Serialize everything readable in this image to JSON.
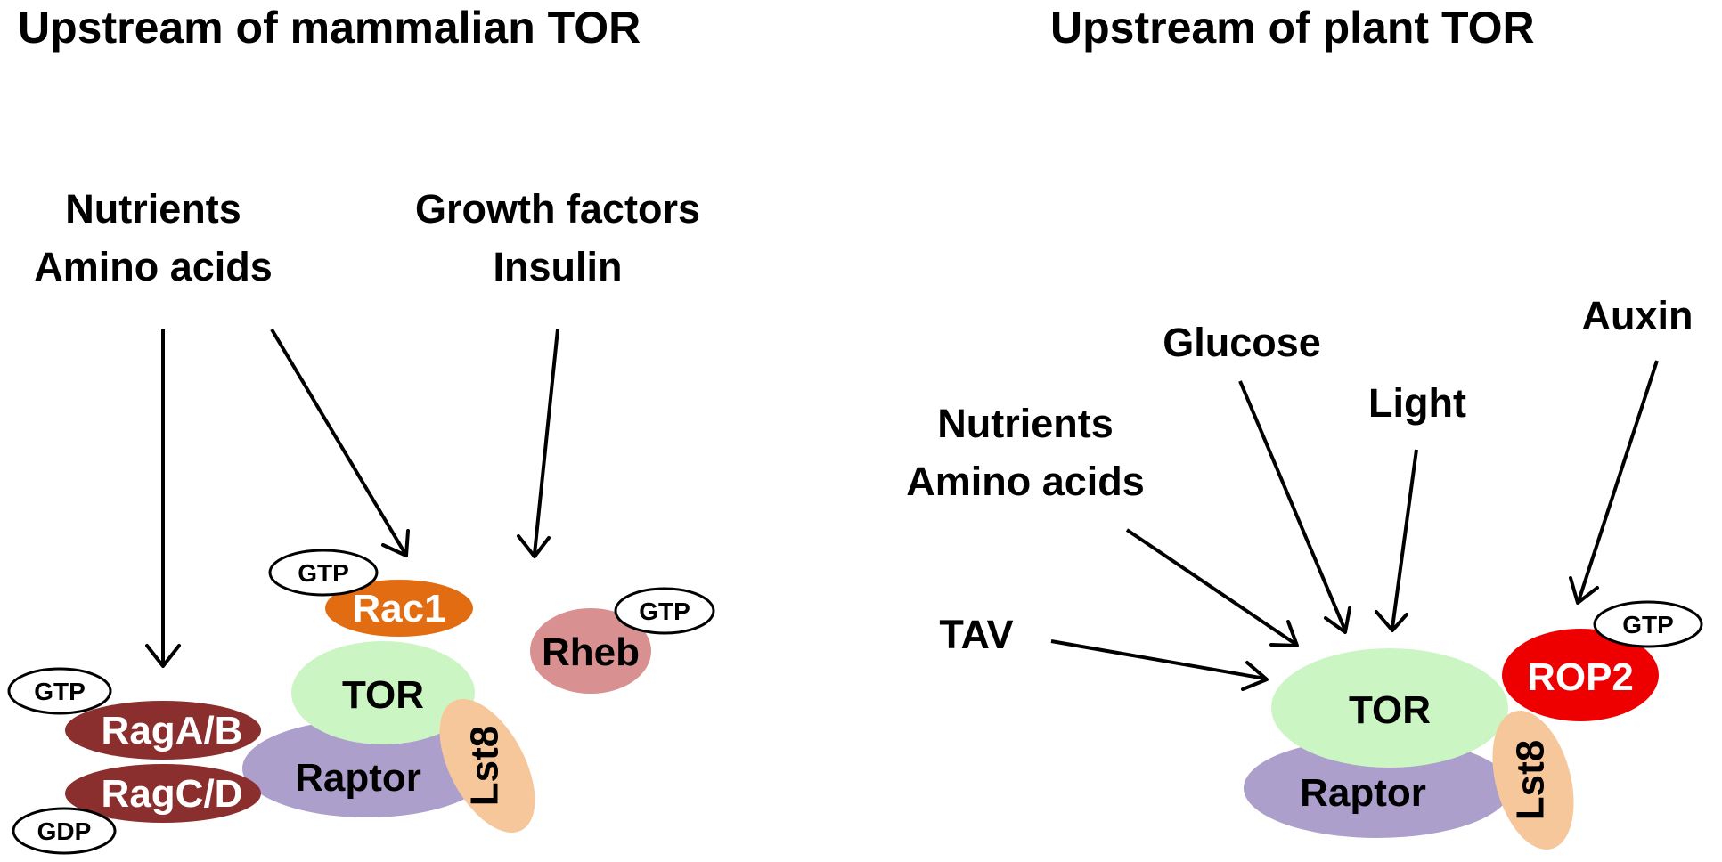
{
  "left": {
    "title": "Upstream of mammalian TOR",
    "input_nutrients_line1": "Nutrients",
    "input_nutrients_line2": "Amino acids",
    "input_growth_line1": "Growth factors",
    "input_growth_line2": "Insulin",
    "nodes": {
      "rac1": "Rac1",
      "rheb": "Rheb",
      "tor": "TOR",
      "raptor": "Raptor",
      "lst8": "Lst8",
      "ragab": "RagA/B",
      "ragcd": "RagC/D"
    },
    "gtp_rac1": "GTP",
    "gtp_rheb": "GTP",
    "gtp_ragab": "GTP",
    "gdp_ragcd": "GDP"
  },
  "right": {
    "title": "Upstream of plant TOR",
    "input_glucose": "Glucose",
    "input_auxin": "Auxin",
    "input_light": "Light",
    "input_nutrients_line1": "Nutrients",
    "input_nutrients_line2": "Amino acids",
    "input_tav": "TAV",
    "nodes": {
      "tor": "TOR",
      "raptor": "Raptor",
      "lst8": "Lst8",
      "rop2": "ROP2"
    },
    "gtp_rop2": "GTP"
  },
  "colors": {
    "tor": "#ccf5c4",
    "raptor": "#ad9fcc",
    "lst8": "#f7c79c",
    "rac1": "#e26c11",
    "rheb": "#d99090",
    "rag": "#8b2e2e",
    "rop2": "#ee0000"
  }
}
